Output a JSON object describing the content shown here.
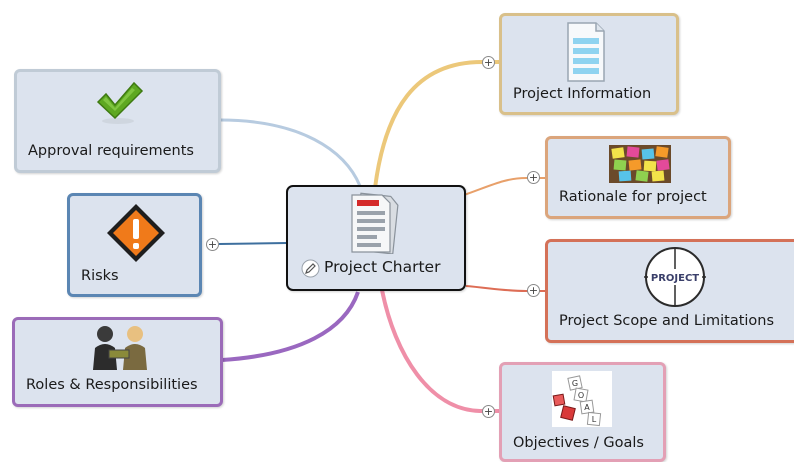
{
  "central": {
    "label": "Project Charter",
    "icon": "document-icon",
    "edit_icon": "pencil-icon"
  },
  "topics": [
    {
      "key": "approval",
      "label": "Approval requirements",
      "icon": "checkmark-icon",
      "border_color": "#c0cbd6"
    },
    {
      "key": "risks",
      "label": "Risks",
      "icon": "warning-icon",
      "border_color": "#5b86b3"
    },
    {
      "key": "roles",
      "label": "Roles & Responsibilities",
      "icon": "people-icon",
      "border_color": "#9b6bb8"
    },
    {
      "key": "project_info",
      "label": "Project Information",
      "icon": "form-icon",
      "border_color": "#d9c08a"
    },
    {
      "key": "rationale",
      "label": "Rationale for project",
      "icon": "sticky-notes-icon",
      "border_color": "#dba57c"
    },
    {
      "key": "scope",
      "label": "Project Scope and Limitations",
      "icon": "project-target-icon",
      "border_color": "#d47158"
    },
    {
      "key": "objectives",
      "label": "Objectives / Goals",
      "icon": "goal-blocks-icon",
      "border_color": "#e3a0b5"
    }
  ],
  "project_target_text": "PROJECT",
  "goal_blocks_text": "GOAL",
  "expand_symbol": "+",
  "colors": {
    "topic_fill": "#dce3ee",
    "central_border": "#111111",
    "branch_approval": "#b7cbe0",
    "branch_risks": "#3e6f9e",
    "branch_roles": "#9a68c0",
    "branch_info": "#ecc87a",
    "branch_rationale": "#e8a06a",
    "branch_scope": "#dd6d55",
    "branch_objectives": "#ef8fa8"
  }
}
